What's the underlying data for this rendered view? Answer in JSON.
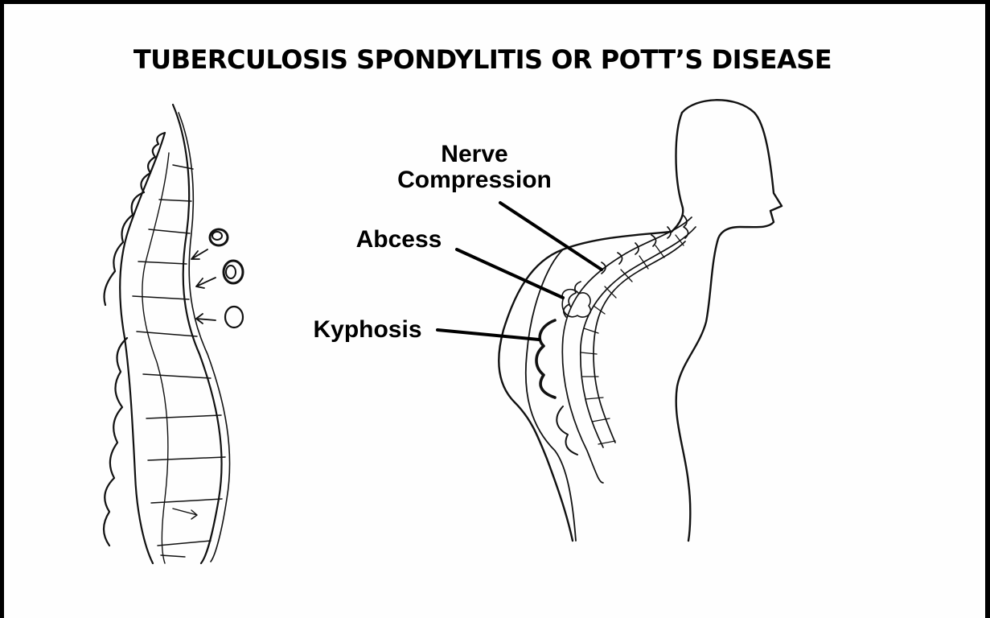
{
  "title": "TUBERCULOSIS SPONDYLITIS OR POTT’S DISEASE",
  "labels": {
    "nerve_line1": "Nerve",
    "nerve_line2": "Compression",
    "abcess": "Abcess",
    "kyphosis": "Kyphosis"
  },
  "colors": {
    "ink": "#000000",
    "paper": "#fefefe"
  }
}
